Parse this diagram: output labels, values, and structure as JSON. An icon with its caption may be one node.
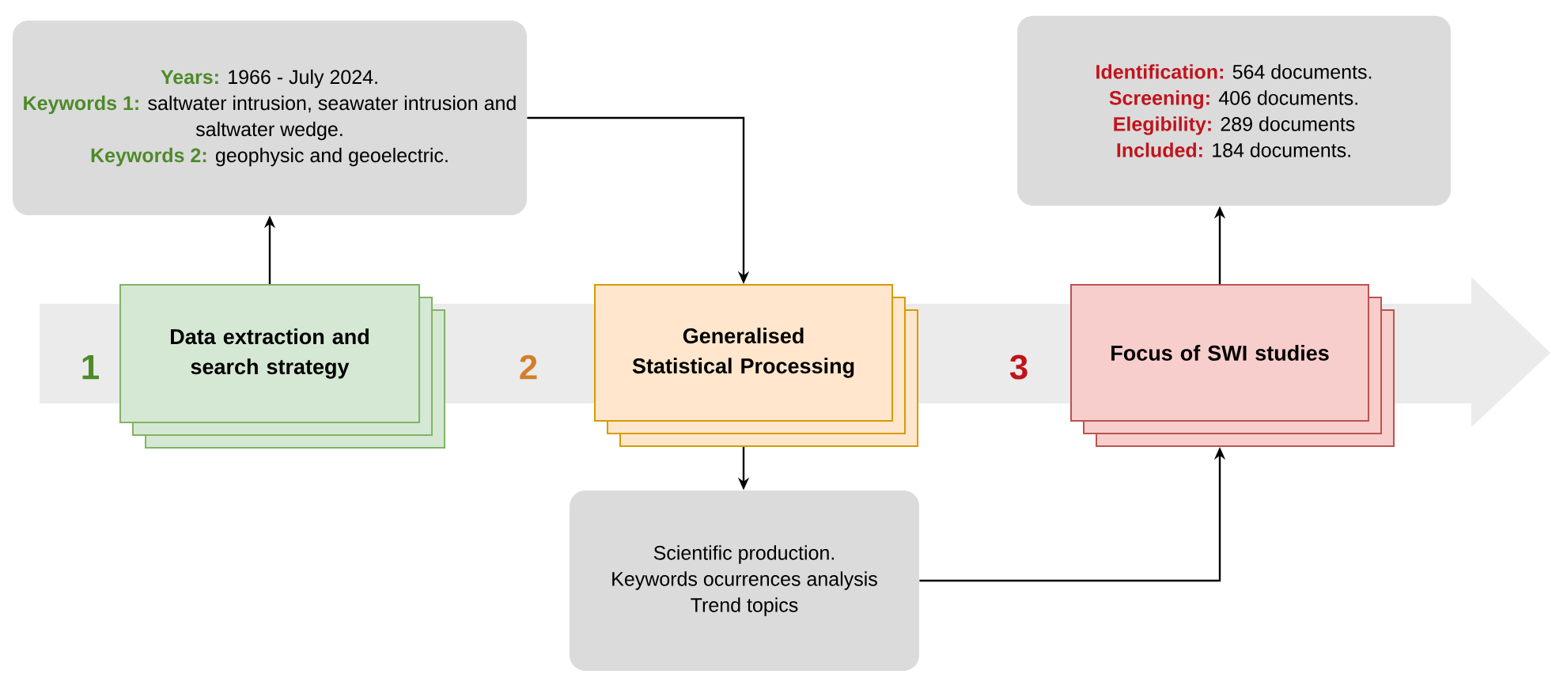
{
  "diagram": {
    "nodes": [
      {
        "text": [
          "Years:",
          "1966 - July 2024.",
          "Keywords 1:",
          "saltwater intrusion, seawater intrusion and saltwater wedge.",
          "Keywords 2:",
          "geophysic and geoelectric."
        ]
      },
      {
        "text": [
          "Data extraction and search strategy"
        ]
      },
      {
        "text": [
          "Generalised Statistical Processing"
        ]
      },
      {
        "text": [
          "Focus of SWI studies"
        ]
      },
      {
        "text": [
          "Scientific production.",
          "Keywords ocurrences analysis",
          "Trend topics"
        ]
      },
      {
        "text": [
          "Identification:",
          "564 documents.",
          "Screening:",
          "406 documents.",
          "Elegibility:",
          "289 documents",
          "Included:",
          "184 documents."
        ]
      }
    ],
    "edges": [
      {
        "from": 1,
        "to": 0,
        "arrow": "to"
      },
      {
        "from": 0,
        "to": 2,
        "arrow": "to"
      },
      {
        "from": 2,
        "to": 4,
        "arrow": "to"
      },
      {
        "from": 4,
        "to": 3,
        "arrow": "to"
      },
      {
        "from": 3,
        "to": 5,
        "arrow": "to"
      }
    ],
    "labels": [
      "1",
      "2",
      "3"
    ]
  }
}
